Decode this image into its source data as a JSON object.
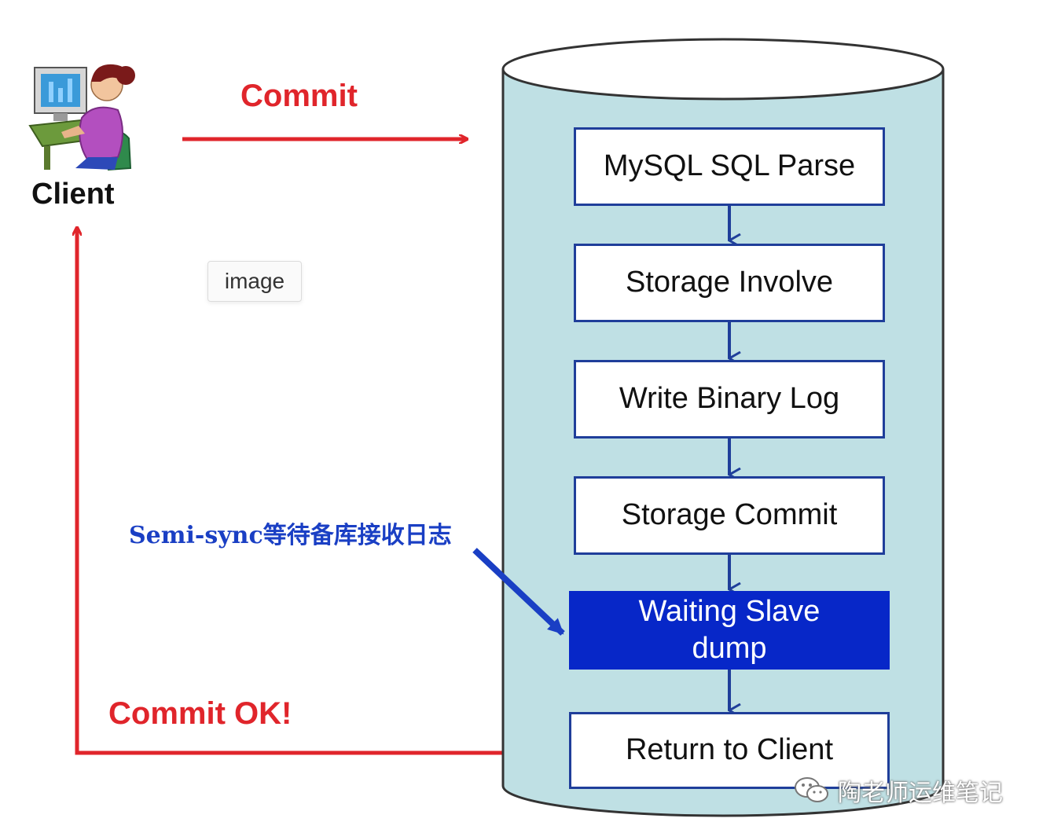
{
  "client": {
    "label": "Client"
  },
  "commit_label": "Commit",
  "commit_ok_label": "Commit OK!",
  "semisync_label": "Semi-sync等待备库接收日志",
  "image_badge": "image",
  "steps": [
    {
      "label": "MySQL SQL Parse",
      "highlight": false
    },
    {
      "label": "Storage Involve",
      "highlight": false
    },
    {
      "label": "Write Binary Log",
      "highlight": false
    },
    {
      "label": "Storage Commit",
      "highlight": false
    },
    {
      "label": "Waiting Slave dump",
      "highlight": true
    },
    {
      "label": "Return to Client",
      "highlight": false
    }
  ],
  "watermark": {
    "text": "陶老师运维笔记",
    "icon": "wechat-icon"
  },
  "colors": {
    "red_arrow": "#e0252b",
    "blue_arrow": "#1a3fc4",
    "cylinder_fill": "#bfe0e4",
    "step_border": "#1f3e9a",
    "highlight_fill": "#0727c8"
  }
}
